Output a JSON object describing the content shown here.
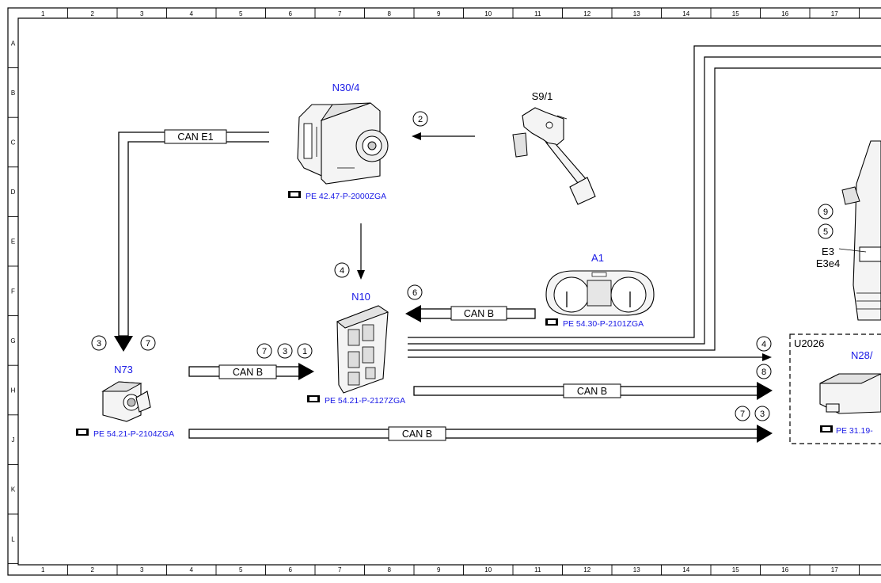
{
  "grid": {
    "columns": [
      "1",
      "2",
      "3",
      "4",
      "5",
      "6",
      "7",
      "8",
      "9",
      "10",
      "11",
      "12",
      "13",
      "14",
      "15",
      "16",
      "17"
    ],
    "rows": [
      "A",
      "B",
      "C",
      "D",
      "E",
      "F",
      "G",
      "H",
      "J",
      "K",
      "L"
    ]
  },
  "components": {
    "n30_4": {
      "code": "N30/4",
      "ref": "PE 42.47-P-2000ZGA"
    },
    "s9_1": {
      "code": "S9/1"
    },
    "a1": {
      "code": "A1",
      "ref": "PE 54.30-P-2101ZGA"
    },
    "n10": {
      "code": "N10",
      "ref": "PE 54.21-P-2127ZGA"
    },
    "n73": {
      "code": "N73",
      "ref": "PE 54.21-P-2104ZGA"
    },
    "e3": {
      "code": "E3",
      "sub": "E3e4"
    },
    "u2026": {
      "code": "U2026",
      "n28": "N28/",
      "ref": "PE 31.19-"
    }
  },
  "buses": {
    "can_e1": "CAN E1",
    "can_b1": "CAN B",
    "can_b2": "CAN B",
    "can_b3": "CAN B",
    "can_b4": "CAN B"
  },
  "markers": {
    "m2": "2",
    "m4": "4",
    "m6": "6",
    "n73_a": "3",
    "n73_b": "7",
    "n10_a": "7",
    "n10_b": "3",
    "n10_c": "1",
    "e3_a": "9",
    "e3_b": "5",
    "right_a": "4",
    "right_b": "8",
    "right_c": "7",
    "right_d": "3"
  },
  "colors": {
    "ref_text": "#1a1ae6",
    "lines": "#000000"
  }
}
